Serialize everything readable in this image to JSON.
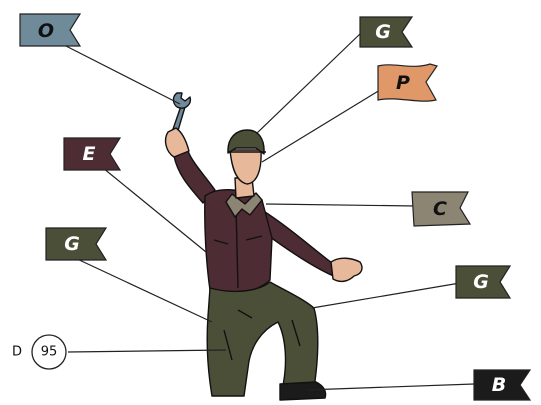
{
  "callouts": [
    {
      "id": "wrench",
      "label": "O",
      "color": "#6f8a98",
      "text_color": "#111111"
    },
    {
      "id": "cap",
      "label": "G",
      "color": "#4c4f38",
      "text_color": "#ffffff"
    },
    {
      "id": "face",
      "label": "P",
      "color": "#e09868",
      "text_color": "#111111"
    },
    {
      "id": "shirt",
      "label": "E",
      "color": "#4e2c34",
      "text_color": "#ffffff"
    },
    {
      "id": "collar",
      "label": "C",
      "color": "#8d8573",
      "text_color": "#111111"
    },
    {
      "id": "trousers-left",
      "label": "G",
      "color": "#4c4f38",
      "text_color": "#ffffff"
    },
    {
      "id": "trousers-right",
      "label": "G",
      "color": "#4c4f38",
      "text_color": "#ffffff"
    },
    {
      "id": "boot",
      "label": "B",
      "color": "#1b1b1b",
      "text_color": "#ffffff"
    }
  ],
  "paint_code": {
    "prefix": "D",
    "number": "95"
  },
  "figure_colors": {
    "jacket": "#4e2c34",
    "trousers": "#4c4f38",
    "skin": "#e8b89a",
    "cap": "#4c4f38",
    "wrench": "#6f8a98",
    "boot": "#1b1b1b"
  }
}
